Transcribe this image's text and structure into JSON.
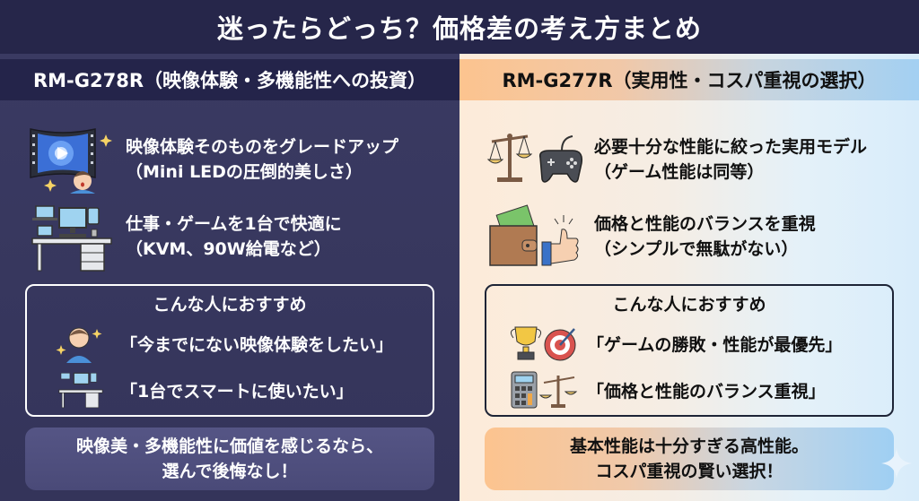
{
  "title": "迷ったらどっち？価格差の考え方まとめ",
  "left": {
    "header": "RM-G278R（映像体験・多機能性への投資）",
    "features": [
      {
        "icon": "curved-screen-viewer-icon",
        "line1": "映像体験そのものをグレードアップ",
        "line2": "（Mini LEDの圧倒的美しさ）"
      },
      {
        "icon": "desk-workstation-icon",
        "line1": "仕事・ゲームを1台で快適に",
        "line2": "（KVM、90W給電など）"
      }
    ],
    "recommend": {
      "title": "こんな人におすすめ",
      "items": [
        {
          "icon": "excited-person-icon",
          "text": "「今までにない映像体験をしたい」"
        },
        {
          "icon": "desk-workstation-icon",
          "text": "「1台でスマートに使いたい」"
        }
      ]
    },
    "bottom": {
      "line1": "映像美・多機能性に価値を感じるなら、",
      "line2": "選んで後悔なし！"
    }
  },
  "right": {
    "header": "RM-G277R（実用性・コスパ重視の選択）",
    "features": [
      {
        "icon": "scale-and-gamepad-icon",
        "line1": "必要十分な性能に絞った実用モデル",
        "line2": "（ゲーム性能は同等）"
      },
      {
        "icon": "wallet-thumbs-up-icon",
        "line1": "価格と性能のバランスを重視",
        "line2": "（シンプルで無駄がない）"
      }
    ],
    "recommend": {
      "title": "こんな人におすすめ",
      "items": [
        {
          "icon": "trophy-target-icon",
          "text": "「ゲームの勝敗・性能が最優先」"
        },
        {
          "icon": "calculator-scale-icon",
          "text": "「価格と性能のバランス重視」"
        }
      ]
    },
    "bottom": {
      "line1": "基本性能は十分すぎる高性能。",
      "line2": "コスパ重視の賢い選択！"
    }
  },
  "colors": {
    "left_bg": "#3a3a62",
    "left_header": "#24244a",
    "right_header_start": "#fcc48f",
    "right_header_end": "#a3d0f2"
  }
}
